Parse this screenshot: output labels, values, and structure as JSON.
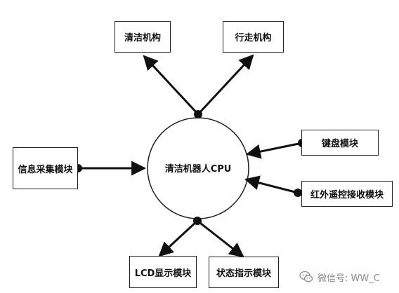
{
  "center": {
    "label": "清洁机器人CPU"
  },
  "modules": {
    "cleaning": "清洁机构",
    "walking": "行走机构",
    "keyboard": "键盘模块",
    "infrared": "红外遥控接收模块",
    "info_collect": "信息采集模块",
    "lcd": "LCD显示模块",
    "status": "状态指示模块"
  },
  "watermark": {
    "text": "微信号: WW_C",
    "icon": "wechat-icon"
  },
  "colors": {
    "line": "#111111",
    "box_border": "#222222",
    "watermark": "#8a8a8a"
  }
}
